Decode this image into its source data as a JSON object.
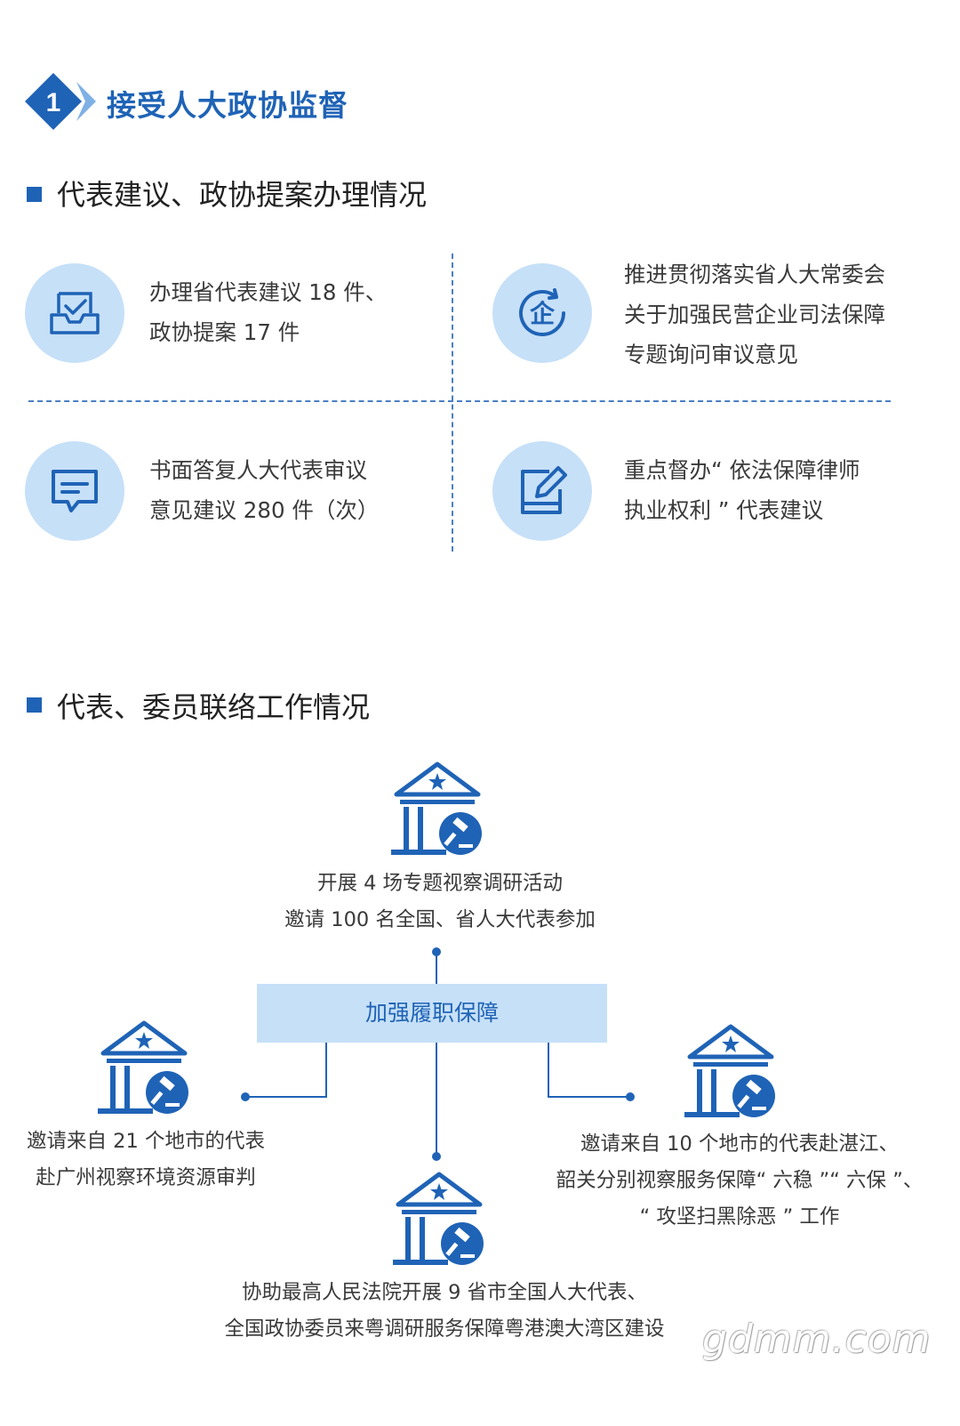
{
  "header": {
    "badge_number": "1",
    "title": "接受人大政协监督"
  },
  "section1": {
    "title": "代表建议、政协提案办理情况",
    "items": [
      {
        "icon": "inbox-check-icon",
        "lines": [
          "办理省代表建议 18 件、",
          "政协提案 17 件"
        ]
      },
      {
        "icon": "enterprise-qi-icon",
        "icon_char": "企",
        "lines": [
          "推进贯彻落实省人大常委会",
          "关于加强民营企业司法保障",
          "专题询问审议意见"
        ]
      },
      {
        "icon": "chat-message-icon",
        "lines": [
          "书面答复人大代表审议",
          "意见建议 280 件（次）"
        ]
      },
      {
        "icon": "edit-document-icon",
        "lines": [
          "重点督办“ 依法保障律师",
          "执业权利 ” 代表建议"
        ]
      }
    ]
  },
  "section2": {
    "title": "代表、委员联络工作情况",
    "center_box": "加强履职保障",
    "top": {
      "icon": "court-gavel-icon",
      "lines": [
        "开展 4 场专题视察调研活动",
        "邀请 100 名全国、省人大代表参加"
      ]
    },
    "left": {
      "icon": "court-gavel-icon",
      "lines": [
        "邀请来自 21 个地市的代表",
        "赴广州视察环境资源审判"
      ]
    },
    "right": {
      "icon": "court-gavel-icon",
      "lines": [
        "邀请来自 10 个地市的代表赴湛江、",
        "韶关分别视察服务保障“ 六稳 ”“ 六保 ”、",
        "“ 攻坚扫黑除恶 ” 工作"
      ]
    },
    "bottom": {
      "icon": "court-gavel-icon",
      "lines": [
        "协助最高人民法院开展 9 省市全国人大代表、",
        "全国政协委员来粤调研服务保障粤港澳大湾区建设"
      ]
    }
  },
  "watermark": "gdmm.com",
  "colors": {
    "primary": "#1f63b6",
    "light_blue": "#c6e0f8",
    "text": "#333333"
  }
}
